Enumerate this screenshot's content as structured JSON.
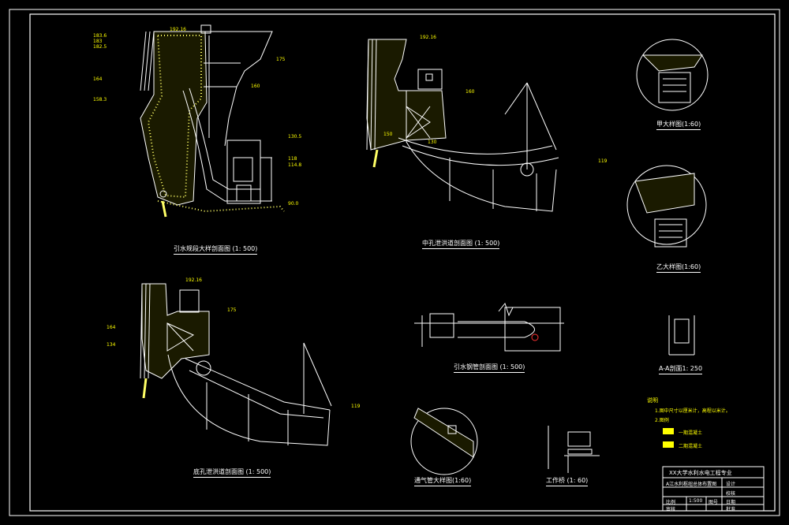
{
  "colors": {
    "background": "#000000",
    "lines": "#ffffff",
    "annotations": "#ffff00",
    "concrete": "#ffff66",
    "highlight": "#ff0000"
  },
  "elevations_left": [
    "192.16",
    "175",
    "160",
    "130.5",
    "118",
    "114.8",
    "90.0"
  ],
  "elevations_left_side": [
    "183.6",
    "183",
    "182.5",
    "164",
    "158.3"
  ],
  "elevations_mid": [
    "192.16",
    "160",
    "150",
    "130",
    "119"
  ],
  "elevations_bottom": [
    "192.16",
    "175",
    "164",
    "134",
    "119"
  ],
  "captions": {
    "intake_section": "引水规段大样剖面图 (1: 500)",
    "middle_tunnel": "中孔泄洪道剖面图 (1: 500)",
    "bottom_tunnel": "底孔泄洪道剖面图 (1: 500)",
    "pipe_section": "引水钢管剖面图 (1: 500)",
    "detail_a": "甲大样图(1:60)",
    "detail_b": "乙大样图(1:60)",
    "section_aa": "A-A剖面1: 250",
    "vent_detail": "通气管大样图(1:60)",
    "work_bridge": "工作桥 (1: 60)"
  },
  "notes": {
    "title": "说明",
    "line1": "1.图中尺寸以厘米计，高程以米计。",
    "line2": "2.图例",
    "legend1": "一期混凝土",
    "legend2": "二期混凝土"
  },
  "title_block": {
    "school": "XX大学水利水电工程专业",
    "drawing_name": "A江水利枢纽总体布置图",
    "r1": "设计",
    "r2": "校核",
    "r3": "比例",
    "r4": "1:500",
    "r5": "图号",
    "r6": "日期",
    "r7": "审核",
    "r8": "批准"
  }
}
